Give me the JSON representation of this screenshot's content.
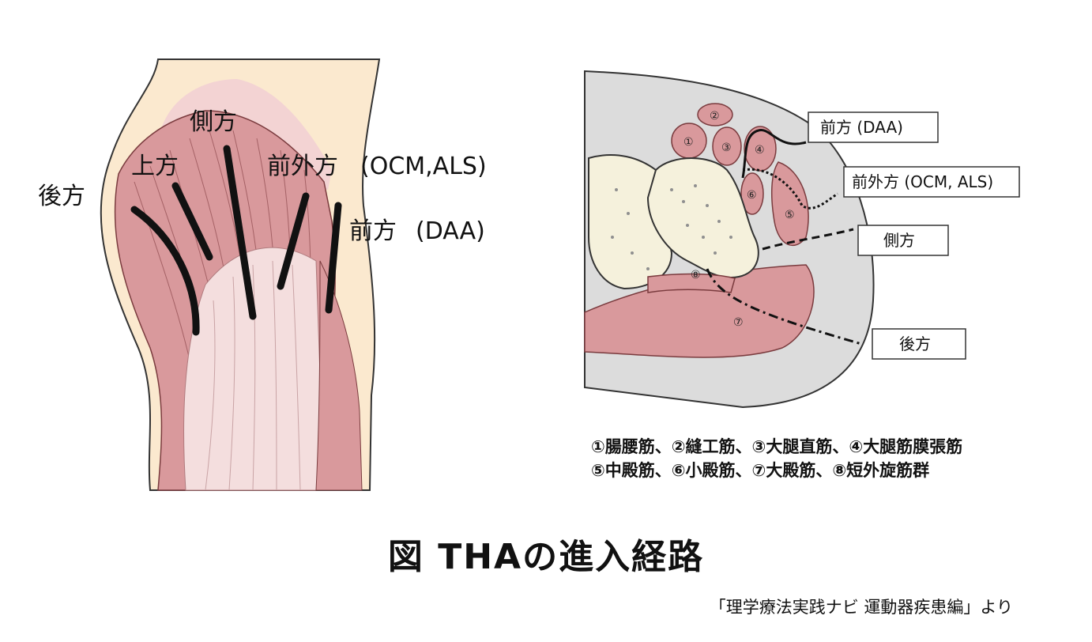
{
  "left_diagram": {
    "labels": {
      "posterior": "後方",
      "superior": "上方",
      "lateral": "側方",
      "anterolateral": "前外方",
      "anterolateral_abbr": "(OCM,ALS)",
      "anterior": "前方",
      "anterior_abbr": "(DAA)"
    }
  },
  "right_diagram": {
    "boxes": {
      "anterior": "前方 (DAA)",
      "anterolateral": "前外方 (OCM, ALS)",
      "lateral": "側方",
      "posterior": "後方"
    },
    "muscle_numbers": [
      "②",
      "①",
      "③",
      "④",
      "⑥",
      "⑤",
      "⑧",
      "⑦"
    ]
  },
  "legend": {
    "line1": "①腸腰筋、②縫工筋、③大腿直筋、④大腿筋膜張筋",
    "line2": "⑤中殿筋、⑥小殿筋、⑦大殿筋、⑧短外旋筋群"
  },
  "caption": "図 THAの進入経路",
  "source": "「理学療法実践ナビ 運動器疾患編」より",
  "colors": {
    "skin": "#fbe9cf",
    "muscle": "#d9999c",
    "tendon": "#f4dede",
    "bone": "#f5f1dc",
    "gray": "#dcdcdc"
  }
}
